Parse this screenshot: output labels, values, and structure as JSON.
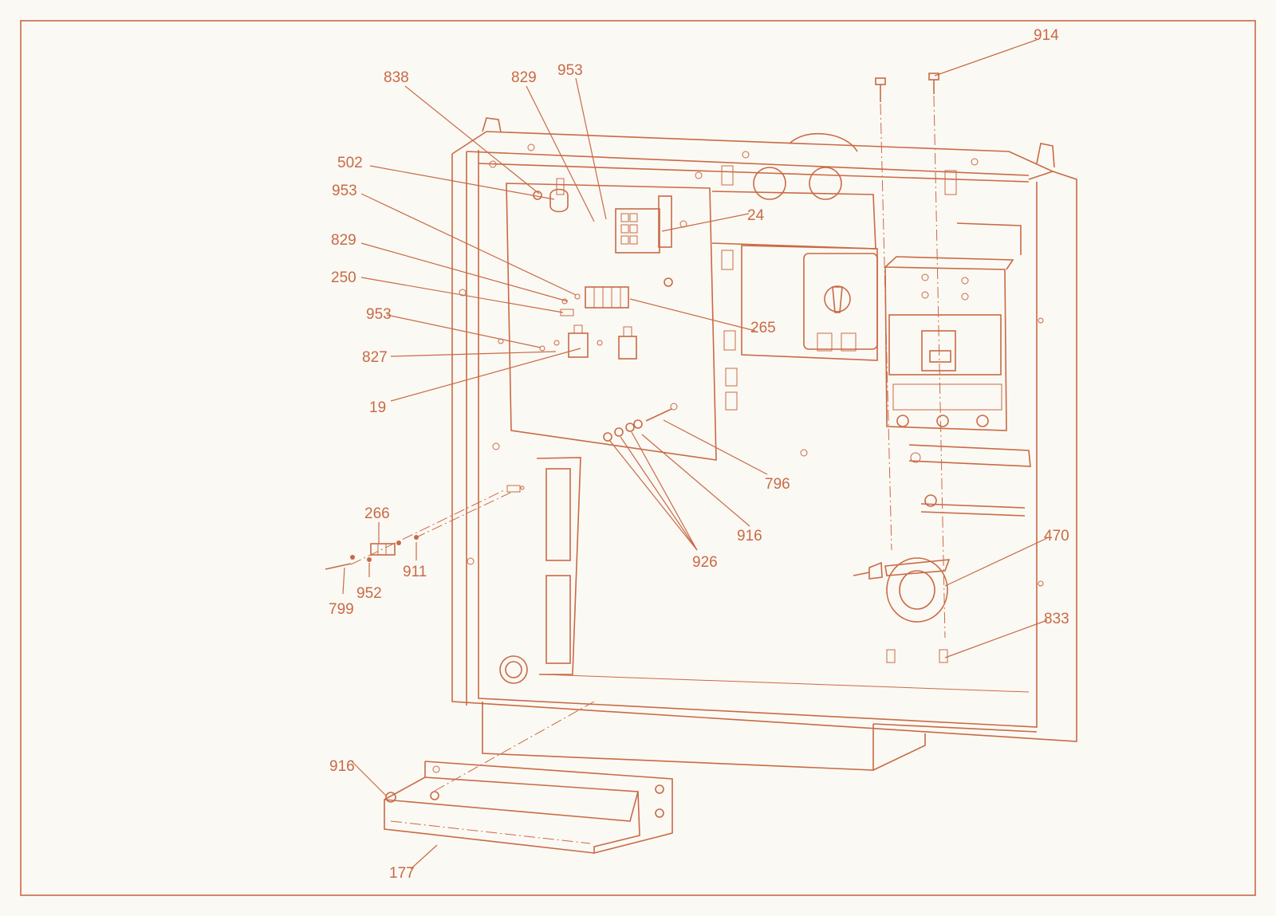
{
  "callouts": {
    "c914": "914",
    "c838": "838",
    "c829a": "829",
    "c953a": "953",
    "c502": "502",
    "c953b": "953",
    "c24": "24",
    "c829b": "829",
    "c250": "250",
    "c953c": "953",
    "c265": "265",
    "c827": "827",
    "c19": "19",
    "c796": "796",
    "c916a": "916",
    "c266": "266",
    "c926": "926",
    "c911": "911",
    "c952": "952",
    "c799": "799",
    "c470": "470",
    "c833": "833",
    "c916b": "916",
    "c177": "177"
  },
  "colors": {
    "line": "#c96a45",
    "background": "#fbf9f4"
  }
}
